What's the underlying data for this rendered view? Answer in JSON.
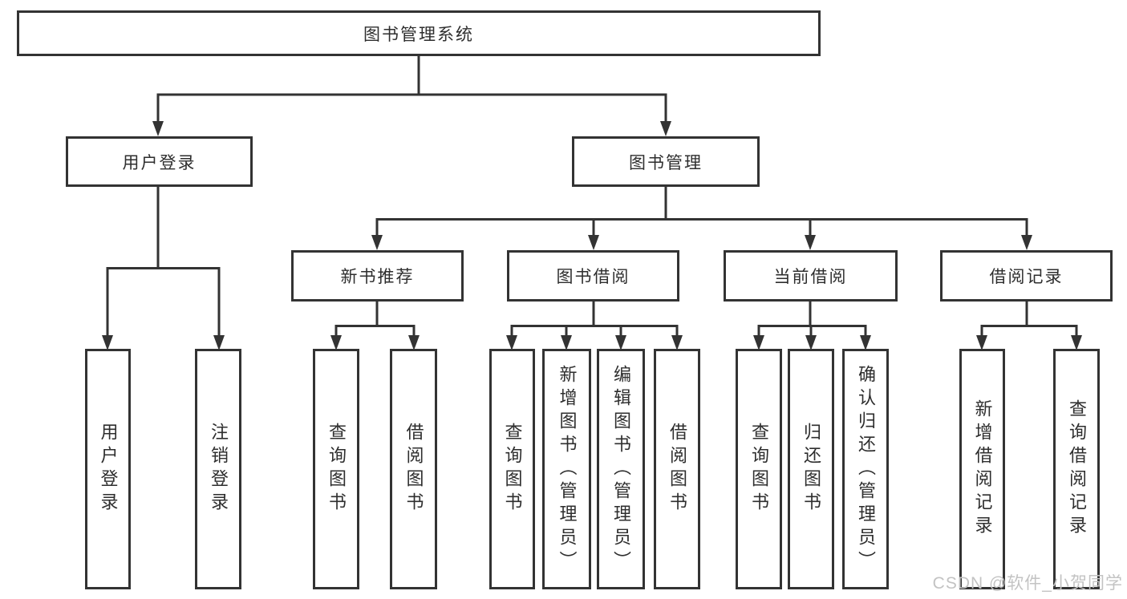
{
  "diagram": {
    "type": "hierarchy-tree",
    "levels": 4,
    "colors": {
      "line": "#333333",
      "box_border": "#333333",
      "box_background": "#ffffff",
      "text": "#2e2e2e",
      "watermark_text": "#c3c3c3"
    }
  },
  "watermark": "CSDN @软件_小贺同学",
  "nodes": {
    "root": {
      "label": "图书管理系统"
    },
    "user_login": {
      "label": "用户登录"
    },
    "book_management": {
      "label": "图书管理"
    },
    "new_book_recommend": {
      "label": "新书推荐"
    },
    "book_borrow": {
      "label": "图书借阅"
    },
    "current_borrow": {
      "label": "当前借阅"
    },
    "borrow_records": {
      "label": "借阅记录"
    },
    "leaf_user_login": {
      "label": "用户登录",
      "parent": "用户登录"
    },
    "leaf_logout": {
      "label": "注销登录",
      "parent": "用户登录"
    },
    "leaf_query_book_1": {
      "label": "查询图书",
      "parent": "新书推荐"
    },
    "leaf_borrow_book_1": {
      "label": "借阅图书",
      "parent": "新书推荐"
    },
    "leaf_query_book_2": {
      "label": "查询图书",
      "parent": "图书借阅"
    },
    "leaf_add_book_admin": {
      "label": "新增图书（管理员）",
      "parent": "图书借阅"
    },
    "leaf_edit_book_admin": {
      "label": "编辑图书（管理员）",
      "parent": "图书借阅"
    },
    "leaf_borrow_book_2": {
      "label": "借阅图书",
      "parent": "图书借阅"
    },
    "leaf_query_book_3": {
      "label": "查询图书",
      "parent": "当前借阅"
    },
    "leaf_return_book": {
      "label": "归还图书",
      "parent": "当前借阅"
    },
    "leaf_confirm_return_admin": {
      "label": "确认归还（管理员）",
      "parent": "当前借阅"
    },
    "leaf_add_borrow_record": {
      "label": "新增借阅记录",
      "parent": "借阅记录"
    },
    "leaf_query_borrow_record": {
      "label": "查询借阅记录",
      "parent": "借阅记录"
    }
  }
}
